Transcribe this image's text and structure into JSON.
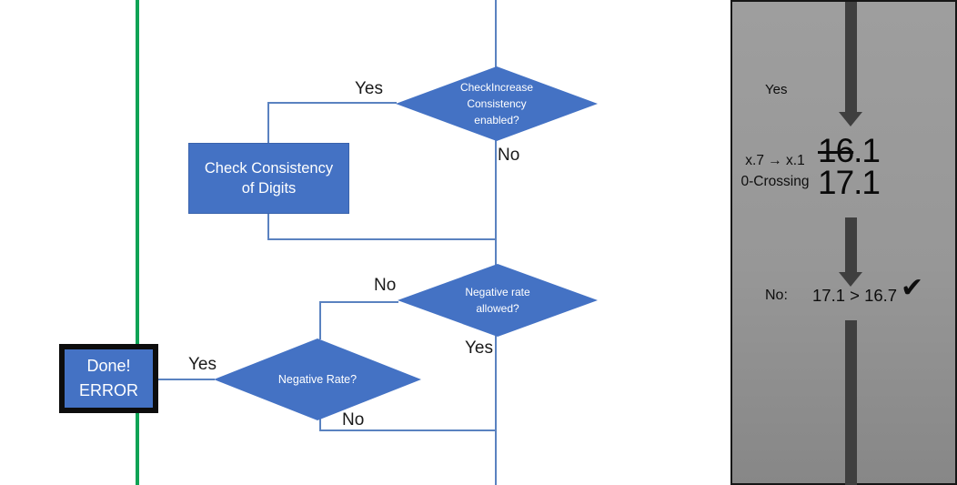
{
  "colors": {
    "shape_blue": "#4472C4",
    "connector_blue": "#5A82C0",
    "green_line": "#0FA355",
    "panel_gray": "#979797",
    "panel_arrow_gray": "#3F3F3F"
  },
  "flowchart": {
    "decision_check_increase": {
      "line1": "CheckIncrease",
      "line2": "Consistency",
      "line3": "enabled?"
    },
    "process_check_digits": {
      "line1": "Check Consistency",
      "line2": "of Digits"
    },
    "decision_negative_allowed": {
      "line1": "Negative rate",
      "line2": "allowed?"
    },
    "decision_negative_rate": {
      "label": "Negative Rate?"
    },
    "terminal_done_error": {
      "line1": "Done!",
      "line2": "ERROR"
    },
    "labels": {
      "check_increase_yes": "Yes",
      "check_increase_no": "No",
      "negative_allowed_no": "No",
      "negative_allowed_yes": "Yes",
      "negative_rate_yes": "Yes",
      "negative_rate_no": "No"
    }
  },
  "side_panel": {
    "yes_label": "Yes",
    "zero_crossing": {
      "rule_line1": "x.7 → x.1",
      "rule_line2": "0-Crossing",
      "old_value_struck": "16",
      "old_value_rest": ".1",
      "new_value": "17.1"
    },
    "result_row": {
      "no_label": "No:",
      "comparison": "17.1 > 16.7",
      "check_icon": "✔"
    }
  }
}
